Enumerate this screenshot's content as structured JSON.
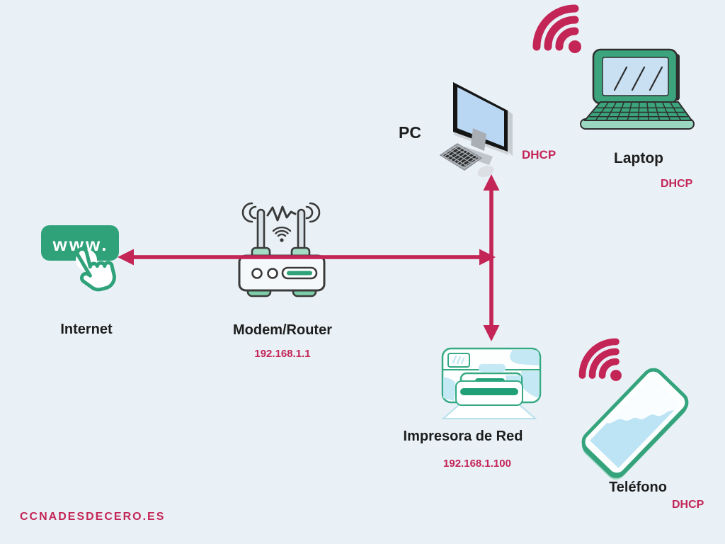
{
  "page": {
    "watermark": "CCNADESDECERO.ES",
    "background_color": "#E9F1F6"
  },
  "colors": {
    "accent_crimson": "#C42557",
    "brand_green": "#2FA27A",
    "teal_light": "#9AD6C0",
    "outline_dark": "#3A3A3A",
    "text_dark": "#1D1D1D",
    "screen_blue": "#BBD7F2",
    "printer_blue": "#C4E8F4"
  },
  "nodes": {
    "internet": {
      "label": "Internet",
      "button_text": "www."
    },
    "router": {
      "label": "Modem/Router",
      "ip": "192.168.1.1"
    },
    "pc": {
      "label": "PC",
      "badge": "DHCP"
    },
    "laptop": {
      "label": "Laptop",
      "badge": "DHCP"
    },
    "printer": {
      "label": "Impresora de Red",
      "ip": "192.168.1.100"
    },
    "phone": {
      "label": "Teléfono",
      "badge": "DHCP"
    }
  }
}
